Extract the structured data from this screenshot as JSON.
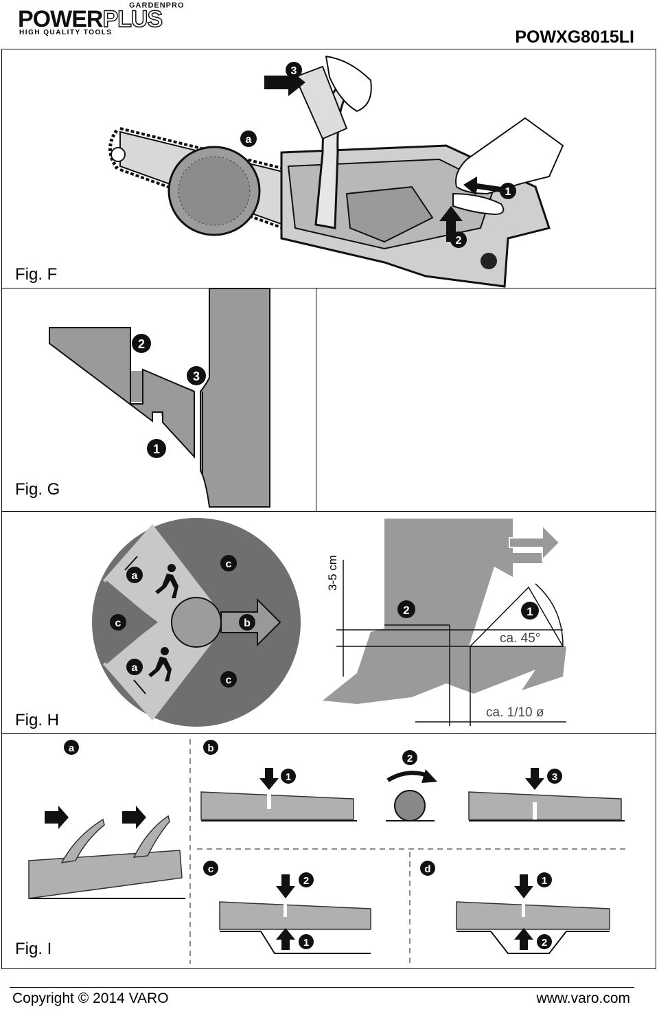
{
  "header": {
    "brand_small": "GARDENPRO",
    "brand_power": "POWER",
    "brand_plus": "PLUS",
    "tagline": "HIGH QUALITY TOOLS",
    "model": "POWXG8015LI"
  },
  "figures": {
    "f": {
      "label": "Fig. F",
      "marker_a": "a",
      "steps": [
        "1",
        "2",
        "3"
      ]
    },
    "g": {
      "label": "Fig. G",
      "steps": [
        "1",
        "2",
        "3"
      ]
    },
    "h": {
      "label": "Fig. H",
      "zone_a": "a",
      "zone_b": "b",
      "zone_c": "c",
      "height_label": "3-5 cm",
      "angle_label": "ca. 45°",
      "depth_label": "ca. 1/10 ø",
      "steps": [
        "1",
        "2"
      ]
    },
    "i": {
      "label": "Fig. I",
      "panels": [
        "a",
        "b",
        "c",
        "d"
      ],
      "steps": [
        "1",
        "2",
        "3"
      ]
    }
  },
  "footer": {
    "copyright": "Copyright © 2014 VARO",
    "url": "www.varo.com"
  }
}
